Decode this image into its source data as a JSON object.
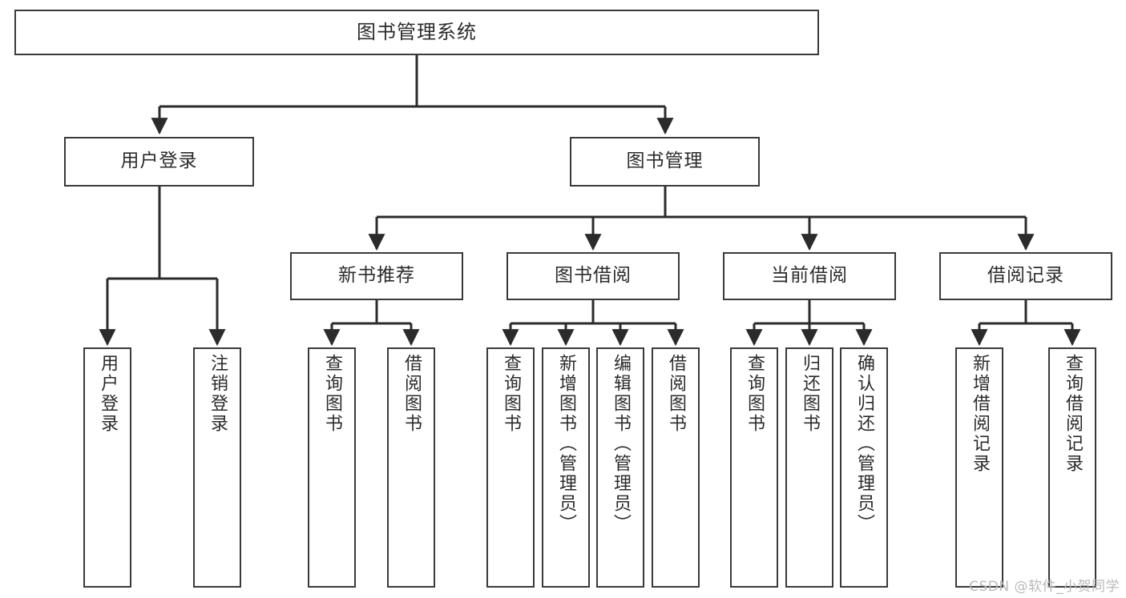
{
  "diagram": {
    "title": "图书管理系统",
    "type": "tree",
    "watermark": "CSDN @软件_小贺同学",
    "colors": {
      "box_border": "#3a3a3a",
      "box_fill": "#ffffff",
      "connector": "#2b2b2b",
      "text": "#2b2b2b",
      "watermark": "#b9b9b9",
      "background": "#ffffff"
    },
    "levels": {
      "root": {
        "label": "图书管理系统"
      },
      "level2": [
        {
          "id": "user-login",
          "label": "用户登录"
        },
        {
          "id": "book-manage",
          "label": "图书管理"
        }
      ],
      "level3": [
        {
          "id": "new-book-recommend",
          "label": "新书推荐",
          "parent": "book-manage"
        },
        {
          "id": "book-borrow",
          "label": "图书借阅",
          "parent": "book-manage"
        },
        {
          "id": "current-borrow",
          "label": "当前借阅",
          "parent": "book-manage"
        },
        {
          "id": "borrow-record",
          "label": "借阅记录",
          "parent": "book-manage"
        }
      ],
      "leaves": [
        {
          "id": "leaf-user-login",
          "label": "用户登录",
          "parent": "user-login"
        },
        {
          "id": "leaf-logout-login",
          "label": "注销登录",
          "parent": "user-login"
        },
        {
          "id": "leaf-query-book-1",
          "label": "查询图书",
          "parent": "new-book-recommend"
        },
        {
          "id": "leaf-borrow-book-1",
          "label": "借阅图书",
          "parent": "new-book-recommend"
        },
        {
          "id": "leaf-query-book-2",
          "label": "查询图书",
          "parent": "book-borrow"
        },
        {
          "id": "leaf-add-book",
          "label": "新增图书（管理员）",
          "parent": "book-borrow"
        },
        {
          "id": "leaf-edit-book",
          "label": "编辑图书（管理员）",
          "parent": "book-borrow"
        },
        {
          "id": "leaf-borrow-book-2",
          "label": "借阅图书",
          "parent": "book-borrow"
        },
        {
          "id": "leaf-query-book-3",
          "label": "查询图书",
          "parent": "current-borrow"
        },
        {
          "id": "leaf-return-book",
          "label": "归还图书",
          "parent": "current-borrow"
        },
        {
          "id": "leaf-confirm-return",
          "label": "确认归还（管理员）",
          "parent": "current-borrow"
        },
        {
          "id": "leaf-add-record",
          "label": "新增借阅记录",
          "parent": "borrow-record"
        },
        {
          "id": "leaf-query-record",
          "label": "查询借阅记录",
          "parent": "borrow-record"
        }
      ]
    }
  }
}
